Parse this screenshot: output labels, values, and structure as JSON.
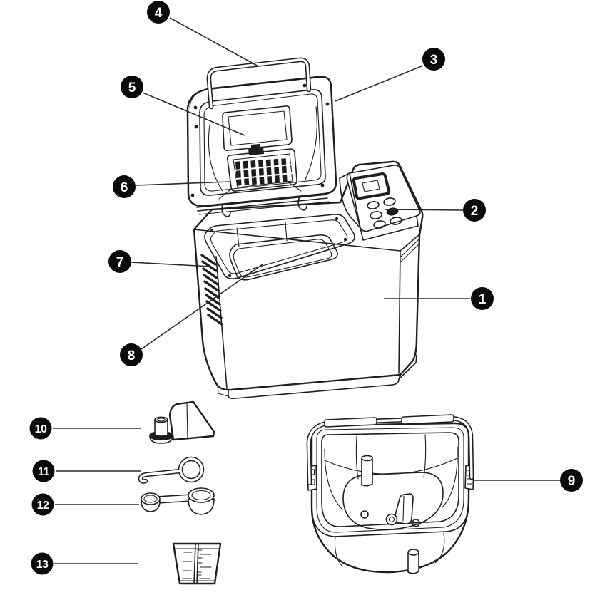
{
  "figure": {
    "kind": "parts-diagram",
    "callouts": [
      {
        "label": "1"
      },
      {
        "label": "2"
      },
      {
        "label": "3"
      },
      {
        "label": "4"
      },
      {
        "label": "5"
      },
      {
        "label": "6"
      },
      {
        "label": "7"
      },
      {
        "label": "8"
      },
      {
        "label": "9"
      },
      {
        "label": "10"
      },
      {
        "label": "11"
      },
      {
        "label": "12"
      },
      {
        "label": "13"
      }
    ],
    "colors": {
      "line": "#1f1f1f",
      "callout_background": "#0b0b0b",
      "callout_text": "#ffffff",
      "background": "#ffffff"
    }
  }
}
